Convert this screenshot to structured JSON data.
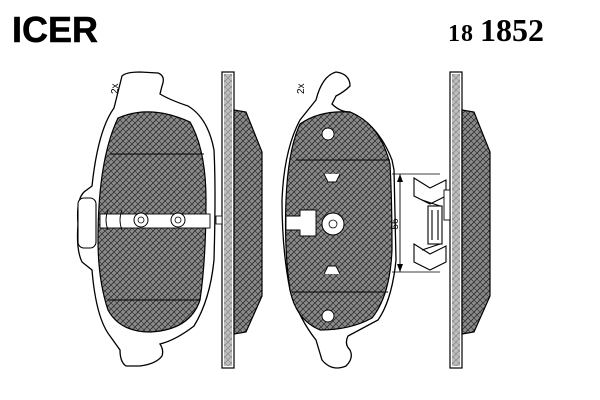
{
  "brand": {
    "logo_text": "ICER",
    "logo_color": "#000000"
  },
  "part_number": {
    "prefix": "18",
    "main": "1852"
  },
  "annotations": {
    "left_pad_quantity": "2x",
    "right_pad_quantity": "2x",
    "dimension_label": "56"
  },
  "colors": {
    "pad_fill": "#7a7a7a",
    "line": "#000000",
    "background": "#ffffff"
  }
}
